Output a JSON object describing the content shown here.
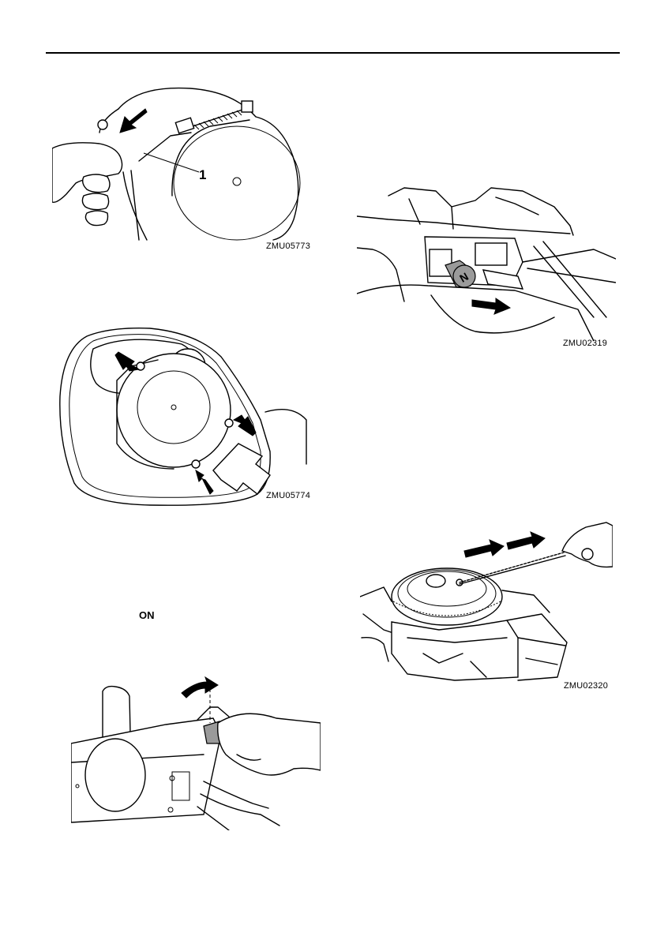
{
  "figures": [
    {
      "code": "ZMU05773",
      "callout": "1",
      "subject": "throttle-cable-disconnect",
      "icon": "outboard-top-arrow-left"
    },
    {
      "code": "ZMU05774",
      "subject": "cover-bolts",
      "icon": "outboard-top-three-arrows"
    },
    {
      "code": "",
      "label": "ON",
      "subject": "choke-knob",
      "icon": "outboard-front-curved-arrow"
    },
    {
      "code": "ZMU02319",
      "subject": "neutral-knob",
      "icon": "cable-pull-arrow"
    },
    {
      "code": "ZMU02320",
      "subject": "starter-rope-pull",
      "icon": "flywheel-rope-double-arrow"
    }
  ]
}
